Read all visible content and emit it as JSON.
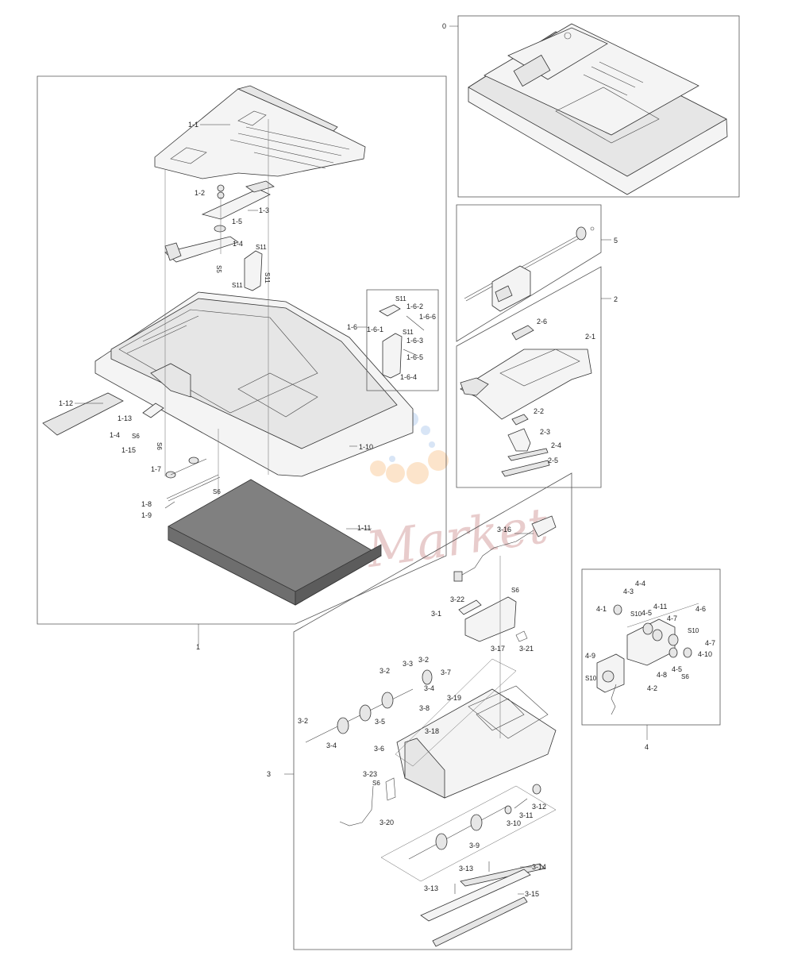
{
  "labels": {
    "g0": "0",
    "g1": "1",
    "g2": "2",
    "g3": "3",
    "g4": "4",
    "g5": "5",
    "p1_1": "1-1",
    "p1_2": "1-2",
    "p1_3": "1-3",
    "p1_4": "1-4",
    "p1_4b": "1-4",
    "p1_5": "1-5",
    "p1_6": "1-6",
    "p1_6_1": "1-6-1",
    "p1_6_2": "1-6-2",
    "p1_6_3": "1-6-3",
    "p1_6_4": "1-6-4",
    "p1_6_5": "1-6-5",
    "p1_6_6": "1-6-6",
    "p1_7": "1-7",
    "p1_8": "1-8",
    "p1_9": "1-9",
    "p1_10": "1-10",
    "p1_11": "1-11",
    "p1_12": "1-12",
    "p1_13": "1-13",
    "p1_15": "1-15",
    "p2_1": "2-1",
    "p2_2": "2-2",
    "p2_3": "2-3",
    "p2_4": "2-4",
    "p2_5": "2-5",
    "p2_6": "2-6",
    "p3_1": "3-1",
    "p3_2a": "3-2",
    "p3_2b": "3-2",
    "p3_2c": "3-2",
    "p3_3": "3-3",
    "p3_4a": "3-4",
    "p3_4b": "3-4",
    "p3_5": "3-5",
    "p3_6": "3-6",
    "p3_7": "3-7",
    "p3_8": "3-8",
    "p3_9": "3-9",
    "p3_10": "3-10",
    "p3_11": "3-11",
    "p3_12": "3-12",
    "p3_13a": "3-13",
    "p3_13b": "3-13",
    "p3_14": "3-14",
    "p3_15": "3-15",
    "p3_16": "3-16",
    "p3_17": "3-17",
    "p3_18": "3-18",
    "p3_19": "3-19",
    "p3_20": "3-20",
    "p3_21": "3-21",
    "p3_22": "3-22",
    "p3_23": "3-23",
    "p4_1": "4-1",
    "p4_2": "4-2",
    "p4_3": "4-3",
    "p4_4": "4-4",
    "p4_5a": "4-5",
    "p4_5b": "4-5",
    "p4_6": "4-6",
    "p4_7a": "4-7",
    "p4_7b": "4-7",
    "p4_8": "4-8",
    "p4_9": "4-9",
    "p4_10": "4-10",
    "p4_11": "4-11",
    "s5": "S5",
    "s6a": "S6",
    "s6b": "S6",
    "s6c": "S6",
    "s6d": "S6",
    "s6e": "S6",
    "s6f": "S6",
    "s10a": "S10",
    "s10b": "S10",
    "s10c": "S10",
    "s11a": "S11",
    "s11b": "S11",
    "s11c": "S11",
    "s11d": "S11",
    "s11e": "S11"
  },
  "watermark": {
    "text": "Ink-Market",
    "dot_colors": [
      "#7fa8e0",
      "#f5b36a"
    ]
  }
}
